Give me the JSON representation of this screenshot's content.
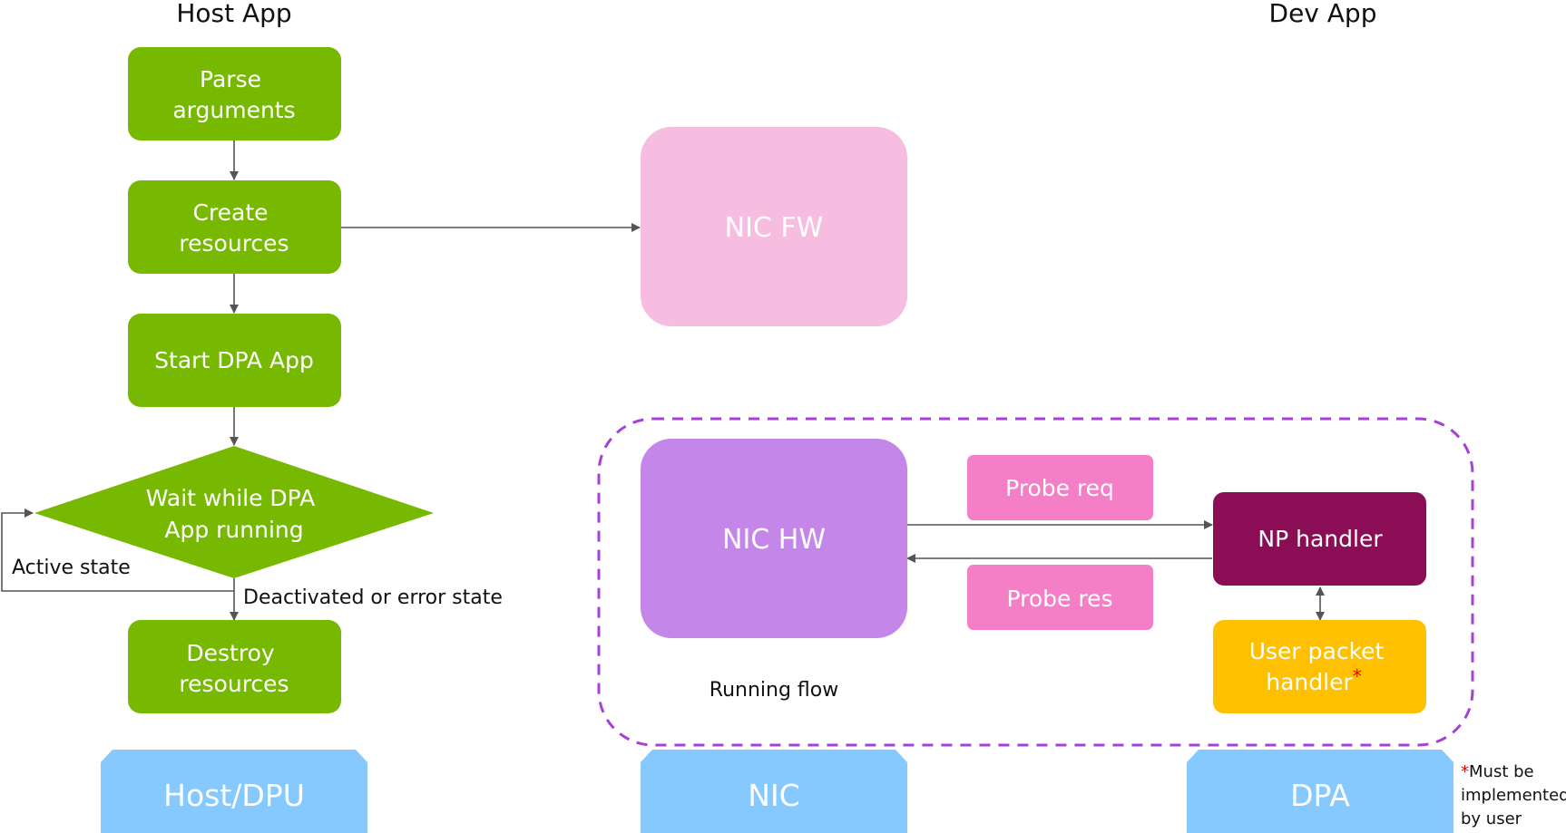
{
  "headers": {
    "host_app": "Host App",
    "dev_app": "Dev App"
  },
  "flow": {
    "parse": [
      "Parse",
      "arguments"
    ],
    "create": [
      "Create",
      "resources"
    ],
    "start": "Start DPA App",
    "wait": [
      "Wait while DPA",
      "App running"
    ],
    "destroy": [
      "Destroy",
      "resources"
    ]
  },
  "edge_labels": {
    "active": "Active state",
    "deactivated": "Deactivated or error state"
  },
  "nic": {
    "fw": "NIC FW",
    "hw": "NIC HW"
  },
  "messages": {
    "probe_req": "Probe req",
    "probe_res": "Probe res"
  },
  "dpa": {
    "np_handler": "NP handler",
    "user_handler": [
      "User packet",
      "handler"
    ],
    "asterisk": "*"
  },
  "running_flow": "Running flow",
  "footer": {
    "host": "Host/DPU",
    "nic": "NIC",
    "dpa": "DPA"
  },
  "note": {
    "asterisk": "*",
    "lines": [
      "Must be",
      "implemented",
      "by user"
    ]
  },
  "colors": {
    "host_green": "#76b900",
    "nic_fw_pink": "#f7bde0",
    "nic_hw_purple": "#c586e9",
    "probe_pink": "#f47fc6",
    "np_handler": "#8b0d56",
    "user_handler": "#ffc000",
    "footer_blue": "#85c9ff",
    "dashed_border": "#a540d8"
  }
}
